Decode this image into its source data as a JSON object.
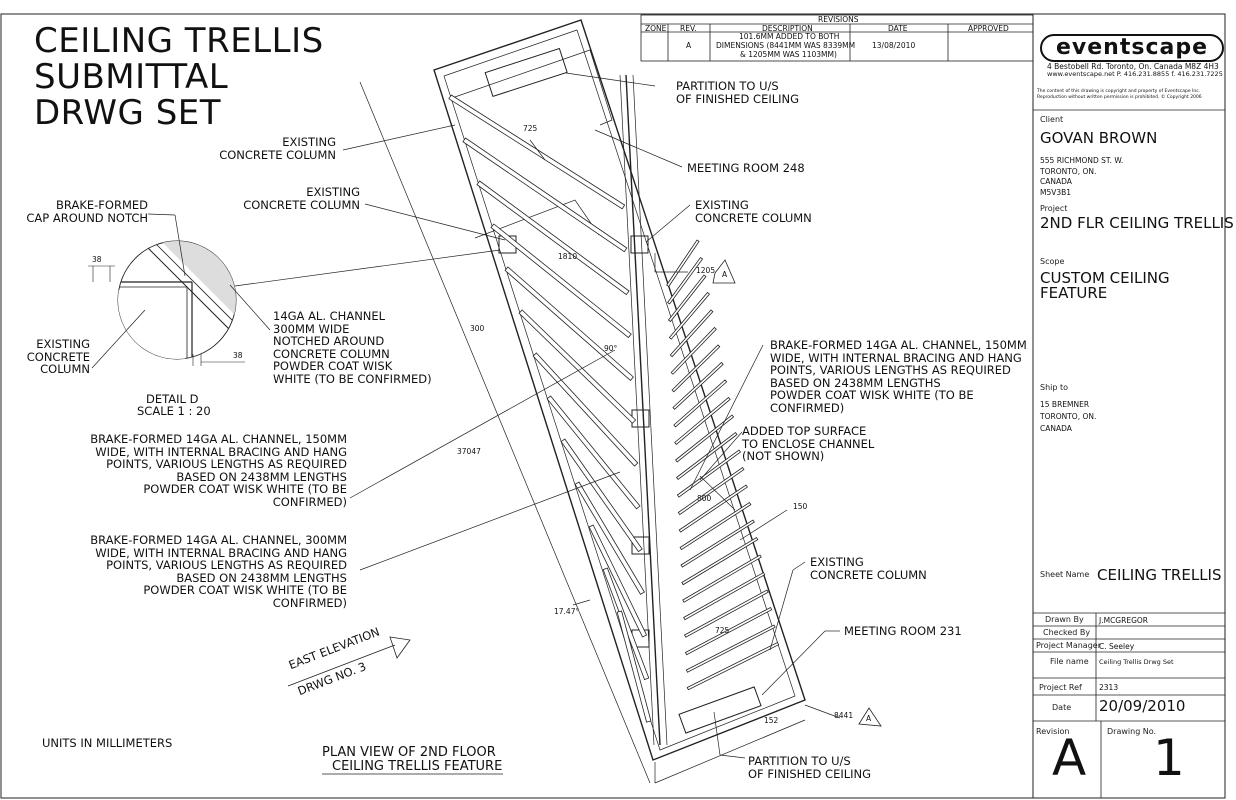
{
  "title": {
    "line1": "CEILING TRELLIS",
    "line2": "SUBMITTAL",
    "line3": "DRWG SET"
  },
  "revisions": {
    "heading": "REVISIONS",
    "columns": [
      "ZONE",
      "REV.",
      "DESCRIPTION",
      "DATE",
      "APPROVED"
    ],
    "row": {
      "zone": "",
      "rev": "A",
      "desc1": "101.6MM ADDED TO BOTH",
      "desc2": "DIMENSIONS (8441MM WAS 8339MM",
      "desc3": "& 1205MM WAS 1103MM)",
      "date": "13/08/2010",
      "approved": ""
    }
  },
  "company": {
    "logo": "eventscape",
    "address": "4 Bestobell Rd. Toronto, On. Canada M8Z 4H3",
    "contact": "www.eventscape.net  P. 416.231.8855  f. 416.231.7225",
    "copyright1": "The content of this drawing is copyright and property of Eventscape Inc.",
    "copyright2": "Reproduction without written permission is prohibited. © Copyright 2006"
  },
  "titleblock": {
    "client_label": "Client",
    "client": "GOVAN BROWN",
    "client_addr1": "555 RICHMOND ST. W.",
    "client_addr2": "TORONTO, ON.",
    "client_addr3": "CANADA",
    "client_addr4": "M5V3B1",
    "project_label": "Project",
    "project": "2ND FLR CEILING TRELLIS",
    "scope_label": "Scope",
    "scope1": "CUSTOM CEILING",
    "scope2": "FEATURE",
    "shipto_label": "Ship to",
    "ship1": "15 BREMNER",
    "ship2": "TORONTO, ON.",
    "ship3": "CANADA",
    "sheetname_label": "Sheet Name",
    "sheetname": "CEILING TRELLIS",
    "drawnby_label": "Drawn By",
    "drawnby": "J.MCGREGOR",
    "checkedby_label": "Checked By",
    "checkedby": "",
    "pm_label": "Project Manager",
    "pm": "C. Seeley",
    "filename_label": "File name",
    "filename": "Ceiling Trellis Drwg Set",
    "projref_label": "Project Ref",
    "projref": "2313",
    "date_label": "Date",
    "date": "20/09/2010",
    "revision_label": "Revision",
    "revision": "A",
    "drawingno_label": "Drawing No.",
    "drawingno": "1"
  },
  "notes": {
    "existing_col_a1": "EXISTING",
    "existing_col_a2": "CONCRETE COLUMN",
    "existing_col_b1": "EXISTING",
    "existing_col_b2": "CONCRETE COLUMN",
    "brake_cap1": "BRAKE-FORMED",
    "brake_cap2": "CAP AROUND NOTCH",
    "channel300_1": "14GA AL. CHANNEL",
    "channel300_2": "300MM WIDE",
    "channel300_3": "NOTCHED AROUND",
    "channel300_4": "CONCRETE COLUMN",
    "channel300_5": "POWDER COAT WISK",
    "channel300_6": "WHITE (TO BE CONFIRMED)",
    "detail_existing1": "EXISTING",
    "detail_existing2": "CONCRETE",
    "detail_existing3": "COLUMN",
    "detail_title": "DETAIL D",
    "detail_scale": "SCALE 1 : 20",
    "left150_1": "BRAKE-FORMED 14GA AL. CHANNEL, 150MM",
    "left150_2": "WIDE, WITH INTERNAL BRACING AND HANG",
    "left150_3": "POINTS, VARIOUS LENGTHS AS REQUIRED",
    "left150_4": "BASED ON 2438MM LENGTHS",
    "left150_5": "POWDER COAT WISK WHITE (TO BE",
    "left150_6": "CONFIRMED)",
    "left300_1": "BRAKE-FORMED 14GA AL. CHANNEL, 300MM",
    "left300_2": "WIDE, WITH INTERNAL BRACING AND HANG",
    "left300_3": "POINTS, VARIOUS LENGTHS AS REQUIRED",
    "left300_4": "BASED ON 2438MM LENGTHS",
    "left300_5": "POWDER COAT WISK WHITE (TO BE",
    "left300_6": "CONFIRMED)",
    "partition_top1": "PARTITION TO U/S",
    "partition_top2": "OF FINISHED CEILING",
    "meeting248": "MEETING ROOM 248",
    "existing_col_c1": "EXISTING",
    "existing_col_c2": "CONCRETE COLUMN",
    "right150_1": "BRAKE-FORMED 14GA AL. CHANNEL, 150MM",
    "right150_2": "WIDE, WITH INTERNAL BRACING AND HANG",
    "right150_3": "POINTS, VARIOUS LENGTHS AS REQUIRED",
    "right150_4": "BASED ON 2438MM LENGTHS",
    "right150_5": "POWDER COAT WISK WHITE (TO BE",
    "right150_6": "CONFIRMED)",
    "topsurf1": "ADDED TOP SURFACE",
    "topsurf2": "TO ENCLOSE CHANNEL",
    "topsurf3": "(NOT SHOWN)",
    "existing_col_d1": "EXISTING",
    "existing_col_d2": "CONCRETE COLUMN",
    "meeting231": "MEETING ROOM 231",
    "partition_bot1": "PARTITION TO U/S",
    "partition_bot2": "OF FINISHED CEILING",
    "east_elev1": "EAST ELEVATION",
    "east_elev2": "DRWG NO. 3",
    "units": "UNITS IN MILLIMETERS",
    "plan1": "PLAN VIEW OF 2ND FLOOR",
    "plan2": "CEILING TRELLIS FEATURE"
  },
  "dims": {
    "d725a": "725",
    "d1810": "1810",
    "d300": "300",
    "d1205": "1205",
    "d37047": "37047",
    "d90": "90°",
    "d800": "800",
    "d150": "150",
    "d1747": "17.47°",
    "d725b": "725",
    "d152": "152",
    "d8441": "8441",
    "d38a": "38",
    "d38b": "38",
    "tagA": "A"
  }
}
